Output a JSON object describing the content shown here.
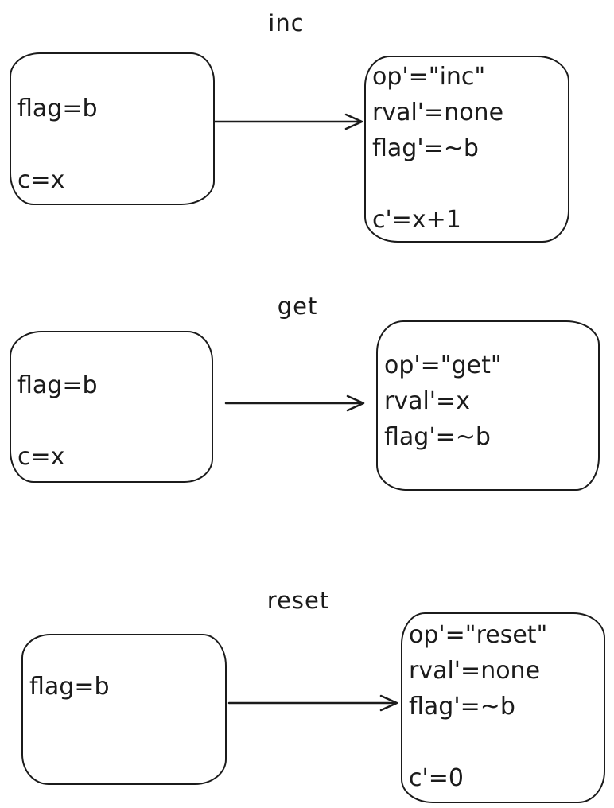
{
  "style": {
    "stroke_color": "#1b1b1b",
    "background_color": "#ffffff"
  },
  "diagrams": [
    {
      "label": "inc",
      "pre_state_lines": [
        "flag=b",
        "",
        "c=x"
      ],
      "post_state_lines": [
        "op'=\"inc\"",
        "rval'=none",
        "flag'=~b",
        "",
        "c'=x+1"
      ]
    },
    {
      "label": "get",
      "pre_state_lines": [
        "flag=b",
        "",
        "c=x"
      ],
      "post_state_lines": [
        "op'=\"get\"",
        "rval'=x",
        "flag'=~b"
      ]
    },
    {
      "label": "reset",
      "pre_state_lines": [
        "flag=b"
      ],
      "post_state_lines": [
        "op'=\"reset\"",
        "rval'=none",
        "flag'=~b",
        "",
        "c'=0"
      ]
    }
  ]
}
